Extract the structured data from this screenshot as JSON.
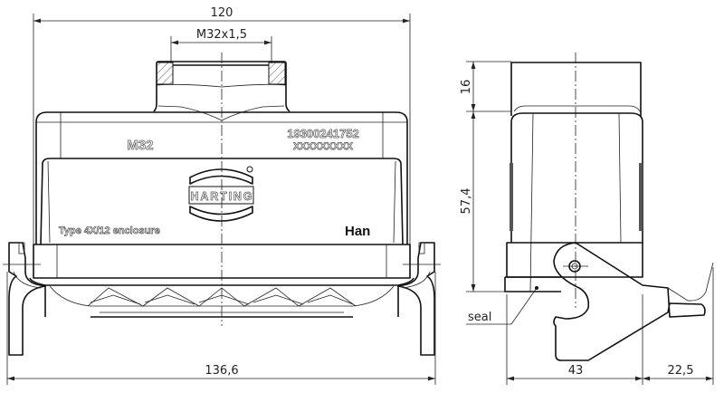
{
  "front_view": {
    "dim_width": "120",
    "dim_thread": "M32x1,5",
    "dim_total_width": "136,6",
    "marking_thread": "M32",
    "marking_part_number": "19300241752",
    "marking_placeholder": "XXXXXXXXX",
    "marking_enclosure": "Type 4X/12 enclosure",
    "marking_brand": "Han",
    "logo_text": "HARTING"
  },
  "side_view": {
    "dim_top_height": "16",
    "dim_body_height": "57,4",
    "dim_depth": "43",
    "dim_lever": "22,5",
    "seal_label": "seal"
  }
}
